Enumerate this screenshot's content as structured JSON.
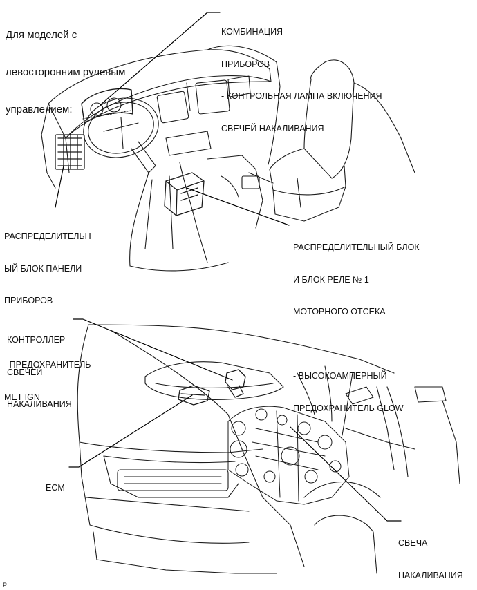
{
  "heading": [
    "Для моделей с",
    "левосторонним рулевым",
    "управлением:"
  ],
  "callouts": {
    "combination_meter": [
      "КОМБИНАЦИЯ",
      "ПРИБОРОВ",
      "- КОНТРОЛЬНАЯ ЛАМПА ВКЛЮЧЕНИЯ",
      "СВЕЧЕЙ НАКАЛИВАНИЯ"
    ],
    "instrument_panel_jb": [
      "РАСПРЕДЕЛИТЕЛЬН",
      "ЫЙ БЛОК ПАНЕЛИ",
      "ПРИБОРОВ",
      "",
      "- ПРЕДОХРАНИТЕЛЬ",
      "MET IGN"
    ],
    "engine_room_jb": [
      "РАСПРЕДЕЛИТЕЛЬНЫЙ БЛОК",
      "И БЛОК РЕЛЕ № 1",
      "МОТОРНОГО ОТСЕКА",
      "",
      "- ВЫСОКОАМПЕРНЫЙ",
      "ПРЕДОХРАНИТЕЛЬ GLOW"
    ],
    "glow_controller": [
      "КОНТРОЛЛЕР",
      "СВЕЧЕЙ",
      "НАКАЛИВАНИЯ"
    ],
    "ecm": [
      "ECM"
    ],
    "glow_plug": [
      "СВЕЧА",
      "НАКАЛИВАНИЯ"
    ]
  },
  "figure_id": "P"
}
